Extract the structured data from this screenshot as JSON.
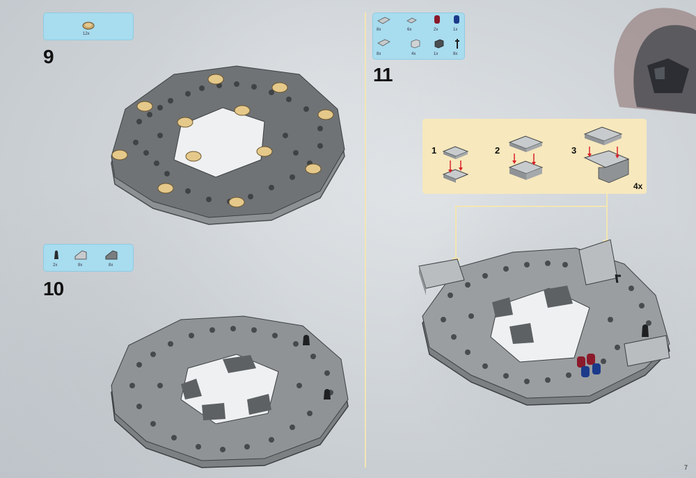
{
  "steps": {
    "s9": {
      "number": "9",
      "parts": [
        {
          "qty": "12x",
          "icon": "round-tile-tan"
        }
      ]
    },
    "s10": {
      "number": "10",
      "parts": [
        {
          "qty": "2x",
          "icon": "cone-black"
        },
        {
          "qty": "8x",
          "icon": "slope-gray"
        },
        {
          "qty": "8x",
          "icon": "slope-dark-gray"
        }
      ]
    },
    "s11": {
      "number": "11",
      "parts": [
        {
          "qty": "8x",
          "icon": "plate-2x4-gray"
        },
        {
          "qty": "6x",
          "icon": "plate-2x2-gray"
        },
        {
          "qty": "2x",
          "icon": "minifig-head-red"
        },
        {
          "qty": "1x",
          "icon": "minifig-head-blue"
        },
        {
          "qty": "8x",
          "icon": "plate-2x3-gray"
        },
        {
          "qty": "4x",
          "icon": "brick-1x2-gray"
        },
        {
          "qty": "1x",
          "icon": "brick-1x2-dark"
        },
        {
          "qty": "8x",
          "icon": "antenna-black"
        }
      ]
    },
    "callout": {
      "sub_steps": [
        "1",
        "2",
        "3"
      ],
      "multiplier": "4x"
    }
  },
  "page_number": "7",
  "colors": {
    "parts_box": "#a8dcef",
    "callout_box": "#f7e8bd",
    "divider": "#f3e6b4",
    "arrow": "#d8232a"
  }
}
